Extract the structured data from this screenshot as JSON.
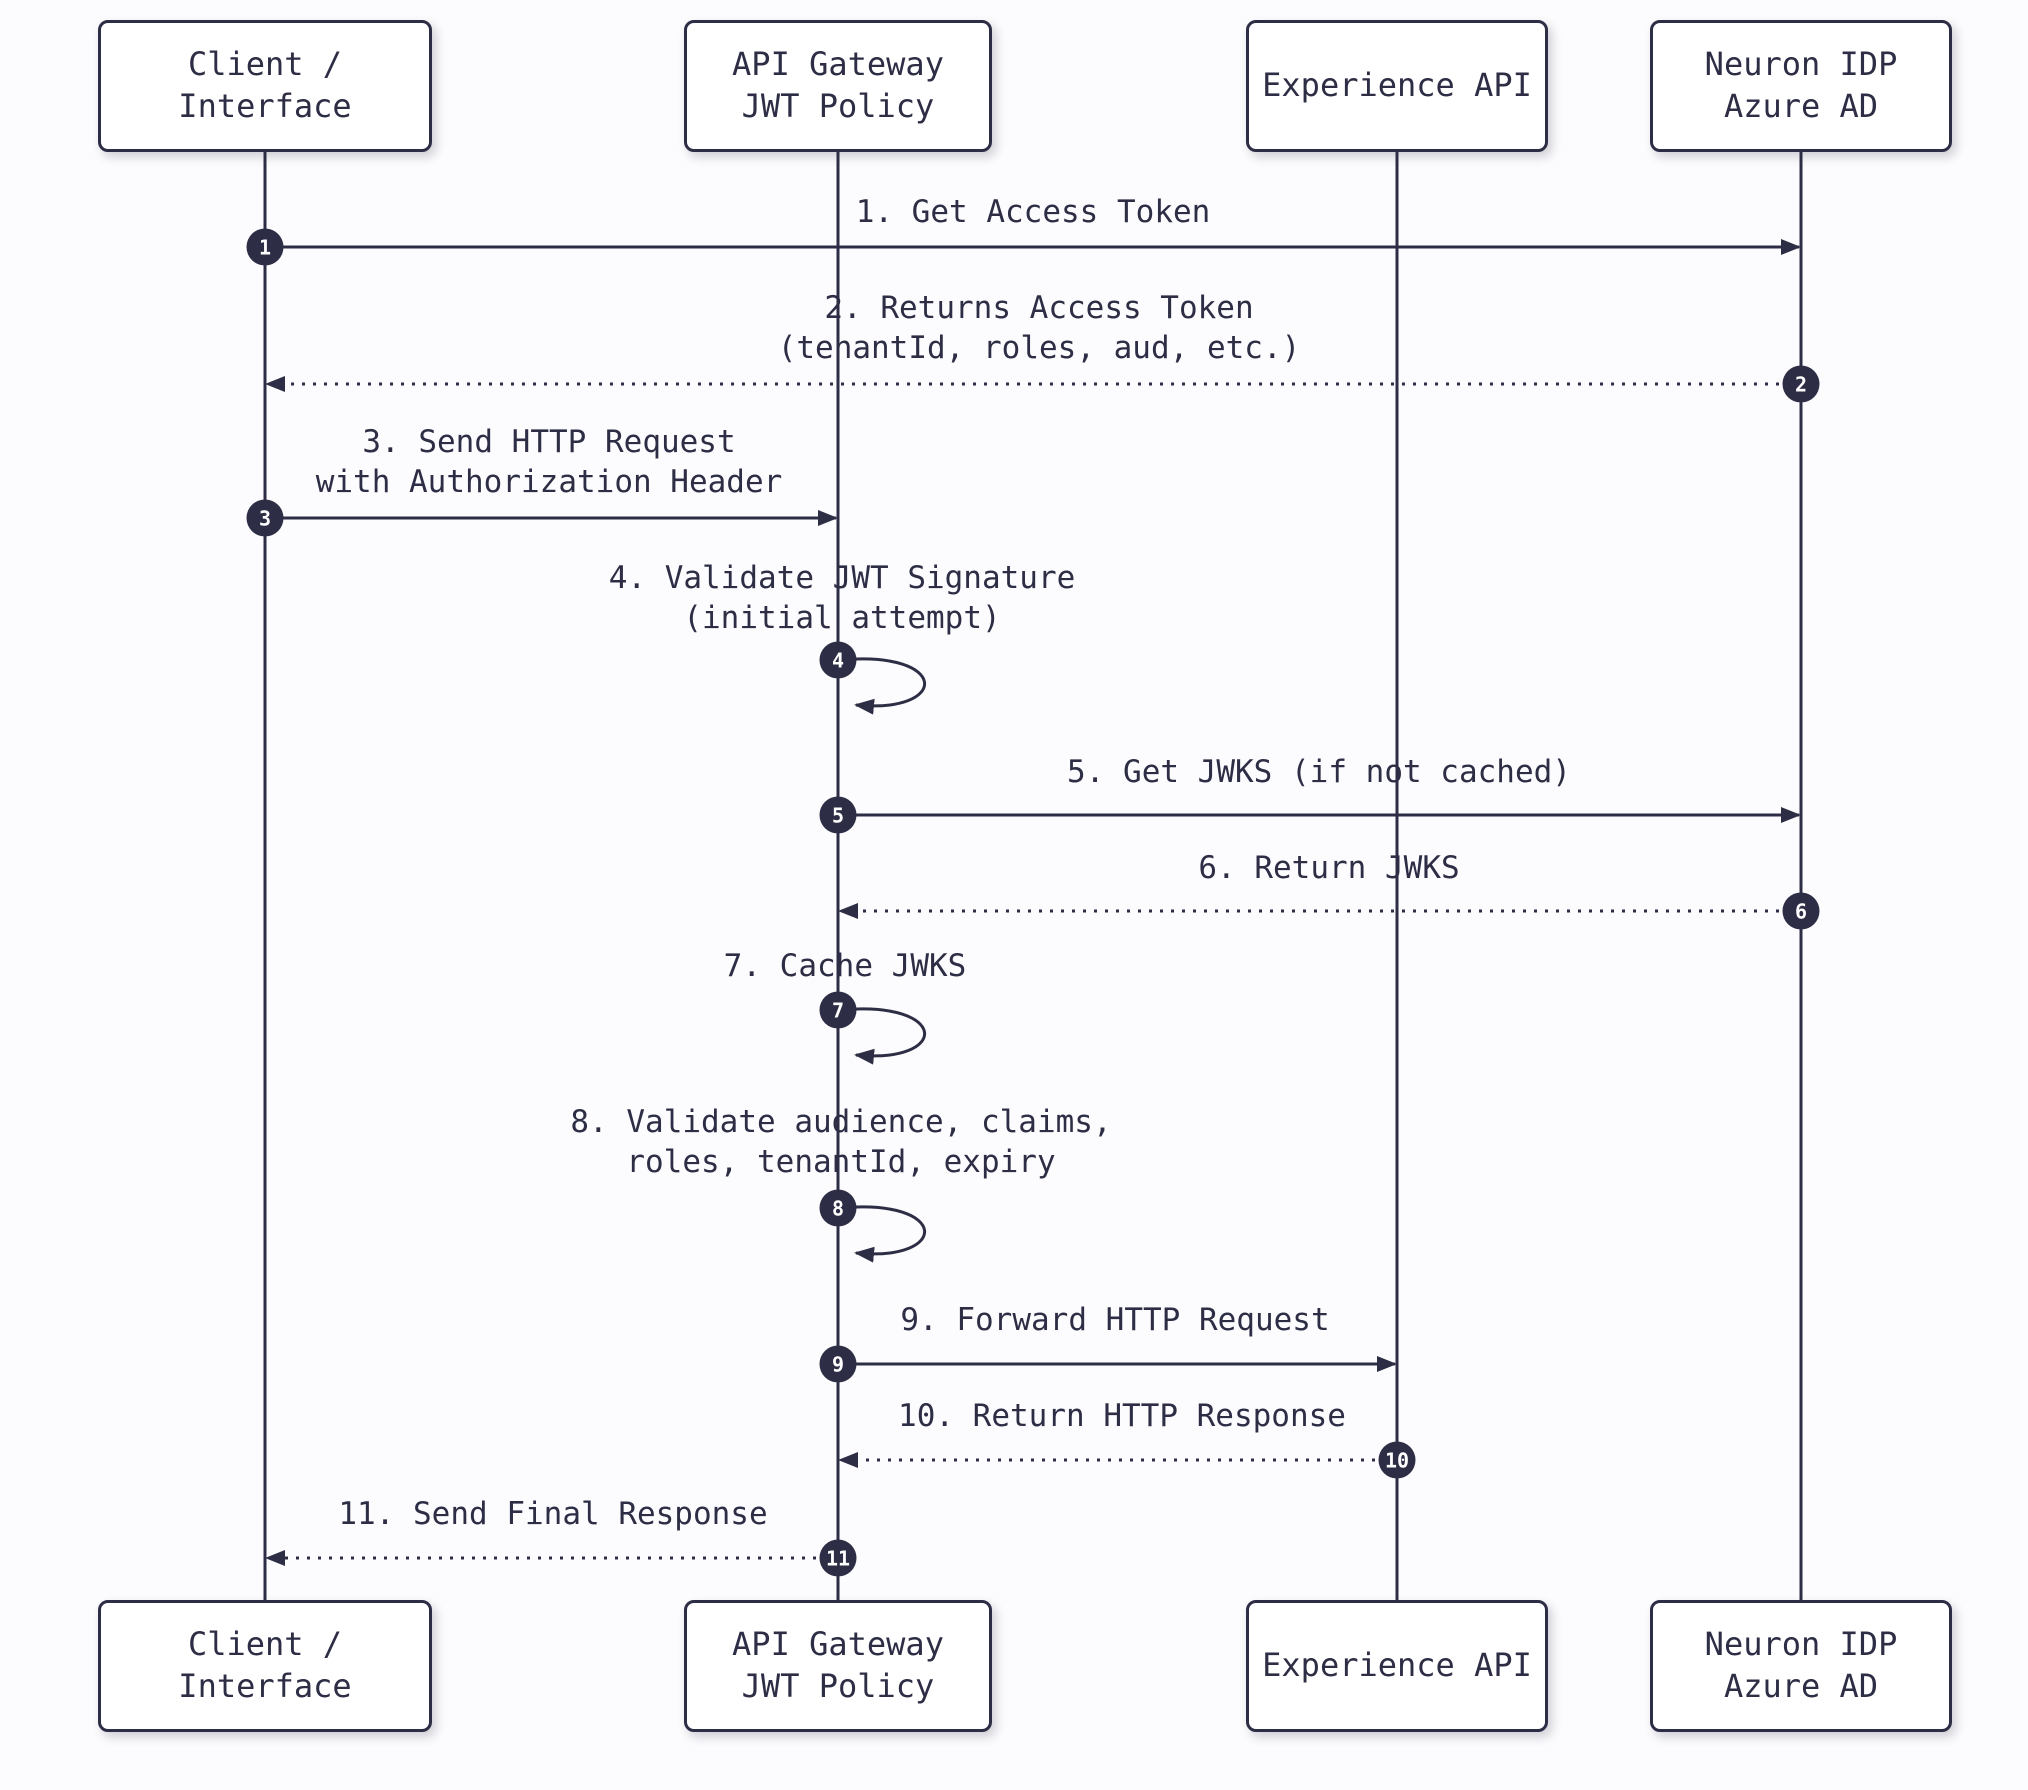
{
  "diagram": {
    "title": "JWT validation sequence diagram",
    "colors": {
      "ink": "#2d2d45",
      "background": "#fcfcfe",
      "box_fill": "#ffffff",
      "badge_text": "#ffffff"
    },
    "actors": [
      {
        "id": "client",
        "label": "Client / Interface"
      },
      {
        "id": "gateway",
        "label": "API Gateway\nJWT Policy"
      },
      {
        "id": "experience",
        "label": "Experience API"
      },
      {
        "id": "neuron",
        "label": "Neuron IDP\nAzure AD"
      }
    ],
    "messages": [
      {
        "num": "1",
        "label": "1. Get Access Token",
        "from": "client",
        "to": "neuron",
        "style": "solid"
      },
      {
        "num": "2",
        "label": "2. Returns Access Token\n(tenantId, roles, aud, etc.)",
        "from": "neuron",
        "to": "client",
        "style": "dashed"
      },
      {
        "num": "3",
        "label": "3. Send HTTP Request\nwith Authorization Header",
        "from": "client",
        "to": "gateway",
        "style": "solid"
      },
      {
        "num": "4",
        "label": "4. Validate JWT Signature\n(initial attempt)",
        "from": "gateway",
        "to": "gateway",
        "style": "self"
      },
      {
        "num": "5",
        "label": "5. Get JWKS (if not cached)",
        "from": "gateway",
        "to": "neuron",
        "style": "solid"
      },
      {
        "num": "6",
        "label": "6. Return JWKS",
        "from": "neuron",
        "to": "gateway",
        "style": "dashed"
      },
      {
        "num": "7",
        "label": "7. Cache JWKS",
        "from": "gateway",
        "to": "gateway",
        "style": "self"
      },
      {
        "num": "8",
        "label": "8. Validate audience, claims,\nroles, tenantId, expiry",
        "from": "gateway",
        "to": "gateway",
        "style": "self"
      },
      {
        "num": "9",
        "label": "9. Forward HTTP Request",
        "from": "gateway",
        "to": "experience",
        "style": "solid"
      },
      {
        "num": "10",
        "label": "10. Return HTTP Response",
        "from": "experience",
        "to": "gateway",
        "style": "dashed"
      },
      {
        "num": "11",
        "label": "11. Send Final Response",
        "from": "gateway",
        "to": "client",
        "style": "dashed"
      }
    ]
  }
}
